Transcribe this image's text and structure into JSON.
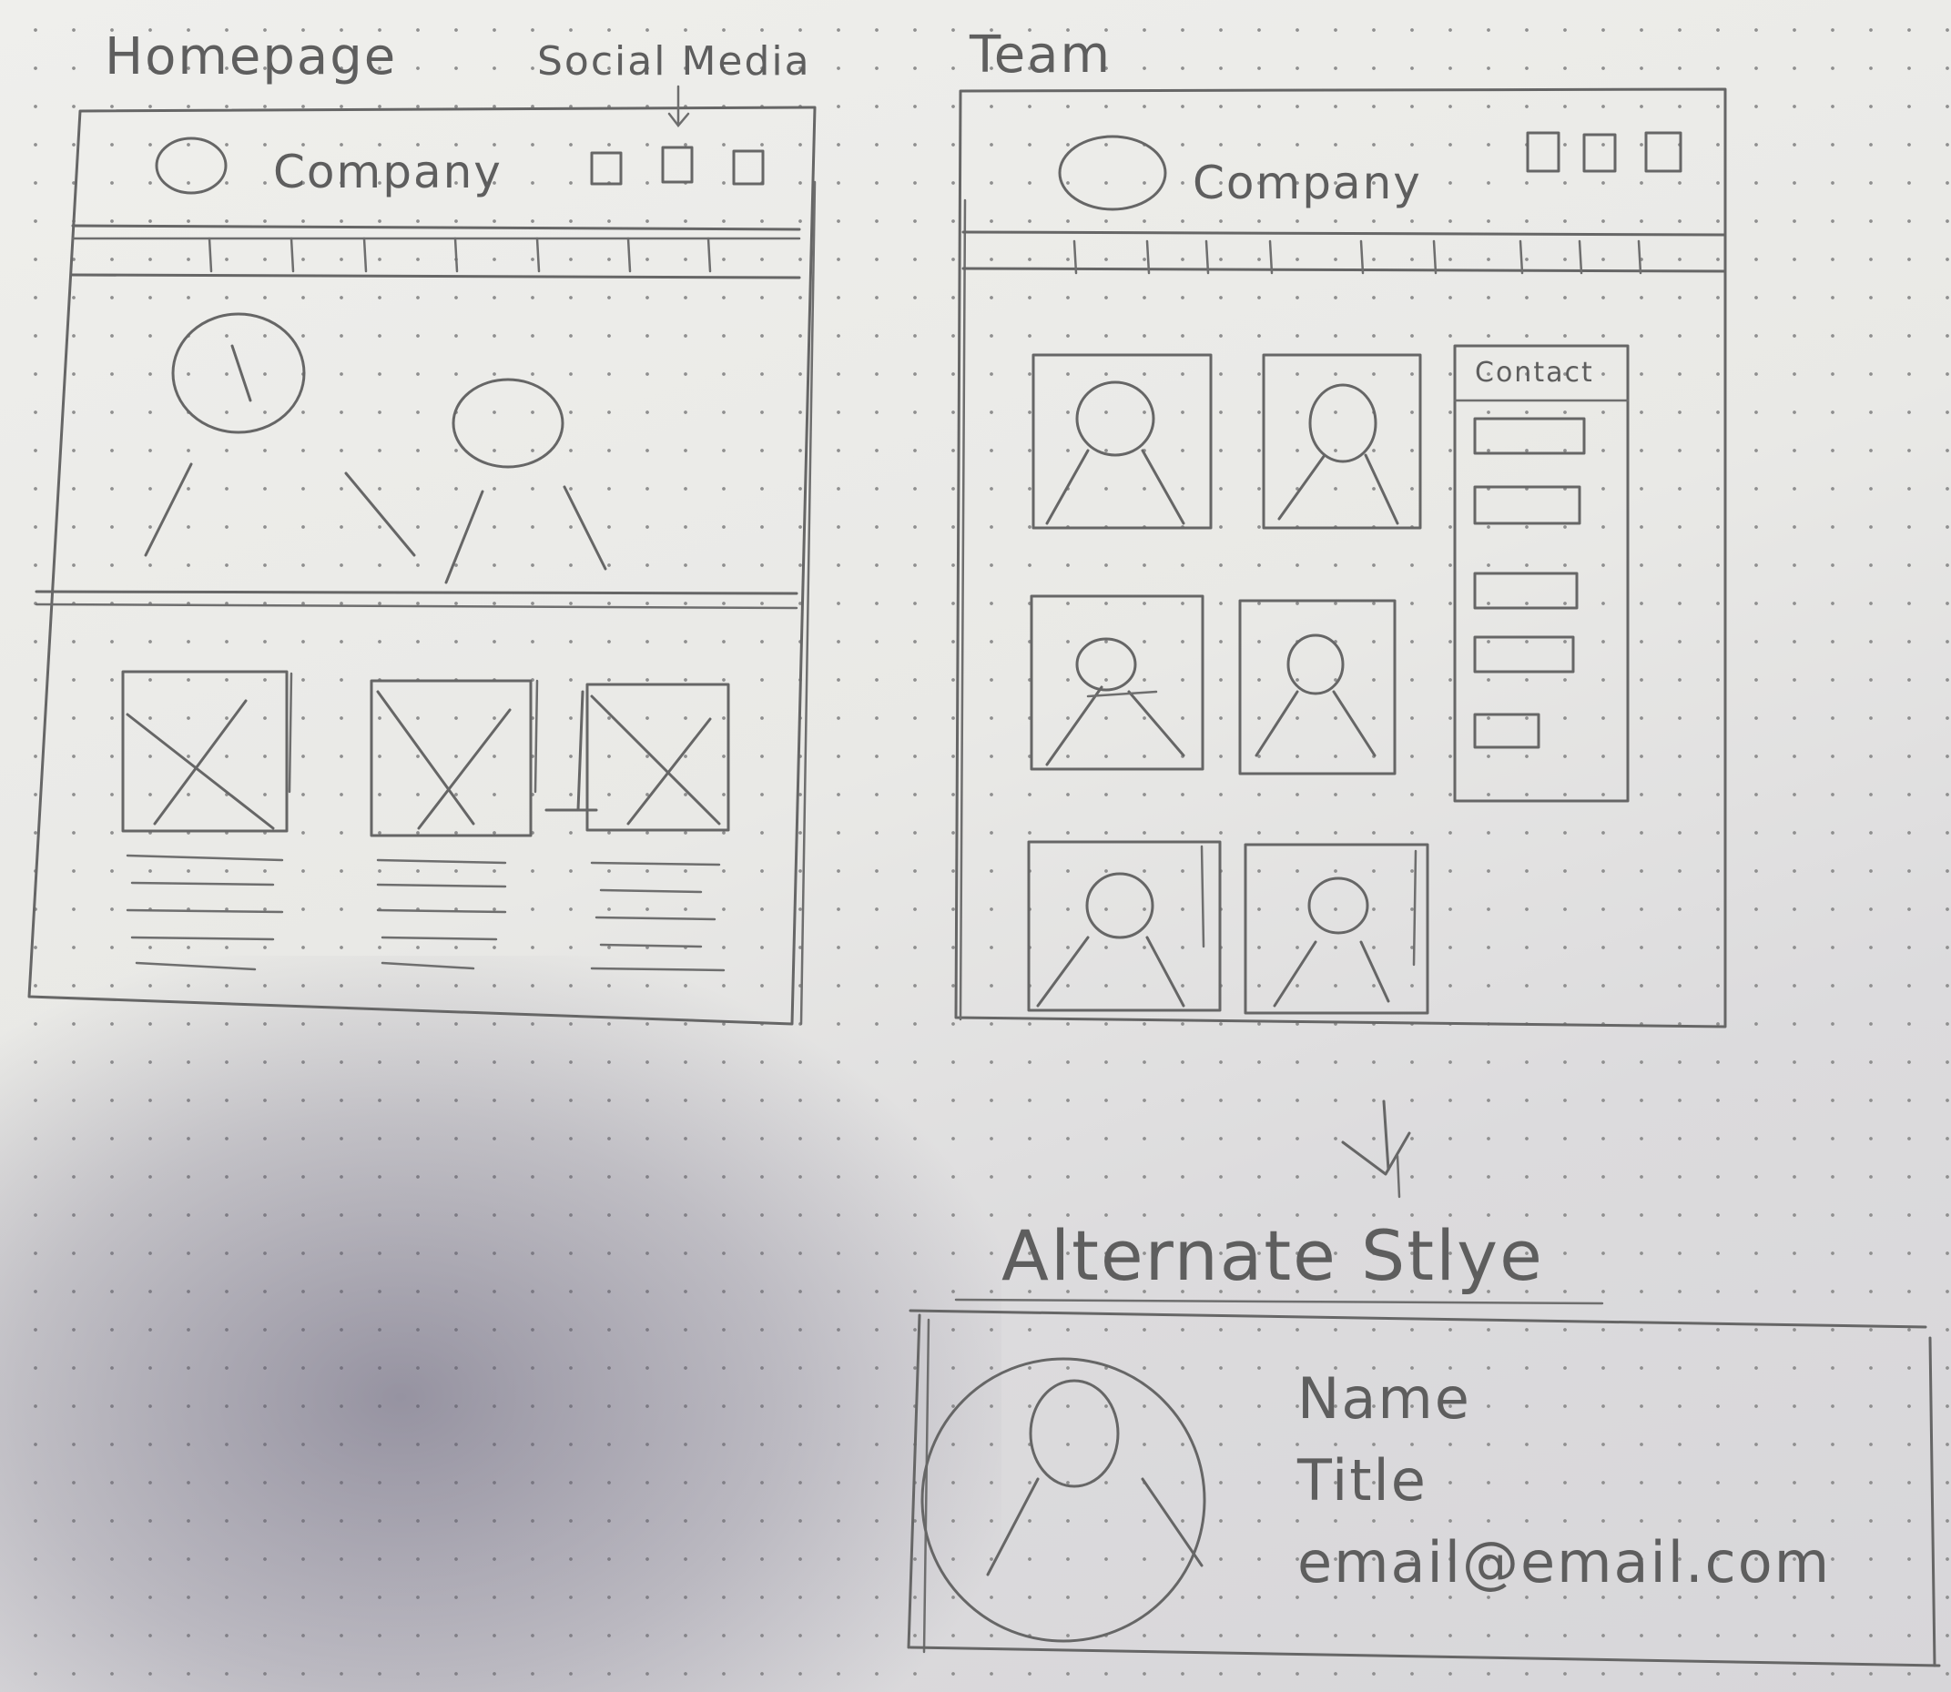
{
  "labels": {
    "homepage": "Homepage",
    "social_media": "Social Media",
    "team": "Team",
    "alternate_style": "Alternate Stlye"
  },
  "homepage_wireframe": {
    "company": "Company",
    "social_icon_count": 3,
    "nav_divider_count": 7,
    "hero_figures": 2,
    "cards": 3
  },
  "team_wireframe": {
    "company": "Company",
    "social_icon_count": 3,
    "nav_divider_count": 9,
    "team_photo_count": 6,
    "contact": {
      "title": "Contact",
      "field_count": 5
    }
  },
  "alternate_card": {
    "name": "Name",
    "title": "Title",
    "email": "email@email.com"
  },
  "colors": {
    "pencil": "#666666",
    "paper": "#eeeeeb"
  }
}
